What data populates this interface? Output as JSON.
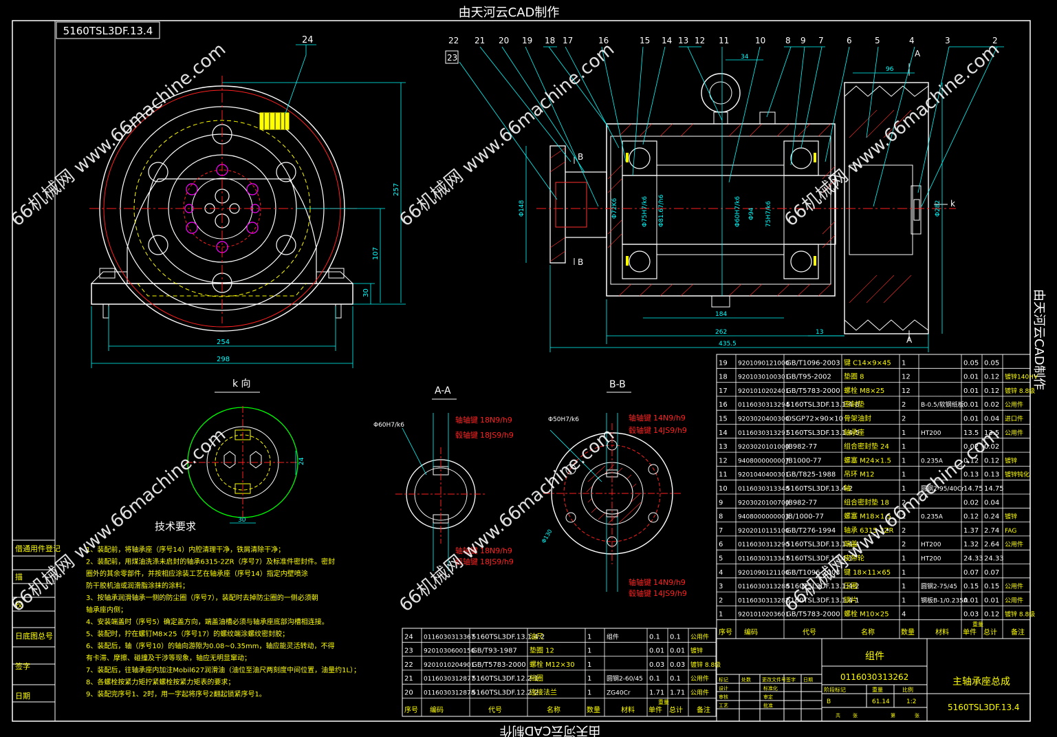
{
  "header_top": "由天河云CAD制作",
  "header_bottom": "由天河云CAD制作",
  "header_right": "由天河云CAD制作",
  "drawing_no_mirrored": "5160TSL3DF.13.4",
  "watermark": "66机械网 www.66machine.com",
  "colors": {
    "outline": "#ffffff",
    "dim": "#00ffff",
    "green": "#00ff00",
    "red": "#ff2020",
    "yellow": "#ffff00",
    "magenta": "#ff00ff",
    "hatch": "#ff3030"
  },
  "balloons_top": [
    "22",
    "21",
    "20",
    "19",
    "18",
    "17",
    "16",
    "15",
    "14",
    "13",
    "12",
    "11",
    "10",
    "8",
    "9",
    "7",
    "6",
    "5",
    "4",
    "3",
    "2"
  ],
  "balloon_23": "23",
  "balloon_24": "24",
  "front_dims": {
    "h1": "257",
    "h2": "107",
    "h3": "30",
    "w1": "254",
    "w2": "298"
  },
  "side_dims": {
    "d1": "34",
    "d2": "96",
    "d3": "184",
    "d4": "262",
    "d5": "13",
    "d6": "435.5",
    "dia_left": "Φ148",
    "dia_right": "Φ282",
    "dia1": "Φ72K6",
    "dia2": "Φ75H7/k6",
    "dia3": "Φ81.67/h6",
    "dia4": "Φ60H7/k6",
    "dia5": "Φ94",
    "dia6": "75H7/k6",
    "sec_b": "B",
    "sec_a": "A",
    "view_k": "k"
  },
  "view_k": {
    "title": "k 向",
    "dim24": "24",
    "dim30": "30"
  },
  "section_aa": {
    "title": "A-A",
    "dia": "Φ60H7/k6",
    "shaft_key_label": "轴轴键",
    "hub_key_label": "毂轴键",
    "top_shaft": "18N9/h9",
    "top_hub": "18JS9/h9",
    "bot_shaft": "18N9/h9",
    "bot_hub": "18JS9/h9"
  },
  "section_bb": {
    "title": "B-B",
    "dia": "Φ50H7/k6",
    "shaft_key_label": "轴轴键",
    "hub_key_label": "毂轴键",
    "top_shaft": "14N9/h9",
    "top_hub": "14JS9/h9",
    "bot_shaft": "14N9/h9",
    "bot_hub": "14JS9/h9",
    "pcd": "Φ130"
  },
  "tech_title": "技术要求",
  "tech_lines": [
    "1、装配前，将轴承座（序号14）内腔清理干净，铁屑清除干净；",
    "2、装配前，用煤油洗涤未启封的轴承6315-2ZR（序号7）及标准件密封件。密封",
    "    圈外的其余零部件，并按相应涂装工艺在轴承座（序号14）指定内壁喷涂",
    "    防干胶机油或润滑脂涂抹的涂料；",
    "3、按轴承润滑轴承一侧的防尘圈（序号7），装配时去掉防尘圈的一侧必须朝",
    "    轴承座内侧；",
    "4、安装端盖时（序号5）确定盖方向，端盖油槽必须与轴承座底部沟槽相连接。",
    "5、装配时，拧在螺钉M8×25（序号17）的螺纹端涂螺纹密封胶；",
    "6、装配后，轴（序号10）的轴向游隙为0.08~0.35mm，轴应能灵活转动，不得",
    "    有卡滞、摩擦、碰撞及干涉等现象，轴应无明显窜动；",
    "7、装配后，往轴承座内加注Mobil627润滑油（油位至油尺两刻度中间位置，油量约1L）；",
    "8、各螺栓按紧力矩拧紧螺栓按紧力矩表的要求；",
    "9、装配完序号1、2时，用一字起将序号2翻起锁紧序号1。"
  ],
  "left_panel": [
    "借通用件登记",
    "描",
    "校",
    "日底图总号",
    "签字",
    "日期"
  ],
  "bom_header": [
    "序号",
    "编码",
    "代号",
    "名称",
    "数量",
    "材料",
    "单件",
    "总计",
    "备注"
  ],
  "bom_weight_label": "重量",
  "bom_upper": [
    {
      "no": "19",
      "code": "9201090121000",
      "spec": "GB/T1096-2003",
      "name": "键 C14×9×45",
      "qty": "1",
      "mat": "",
      "w1": "0.05",
      "w2": "0.05",
      "note": ""
    },
    {
      "no": "18",
      "code": "9201030100301",
      "spec": "GB/T95-2002",
      "name": "垫圈 8",
      "qty": "12",
      "mat": "",
      "w1": "0.01",
      "w2": "0.12",
      "note": "镀锌140HV"
    },
    {
      "no": "17",
      "code": "9201010202401",
      "spec": "GB/T5783-2000",
      "name": "螺栓 M8×25",
      "qty": "12",
      "mat": "",
      "w1": "0.01",
      "w2": "0.12",
      "note": "镀锌 8.8级"
    },
    {
      "no": "16",
      "code": "0116030313294",
      "spec": "5160TSL3DF.13.1.4-8",
      "name": "密封垫",
      "qty": "2",
      "mat": "B-0.5/软钢纸板",
      "w1": "0.01",
      "w2": "0.02",
      "note": "公用件"
    },
    {
      "no": "15",
      "code": "9203020400300",
      "spec": "OSGP72×90×10",
      "name": "骨架油封",
      "qty": "2",
      "mat": "",
      "w1": "0.01",
      "w2": "0.04",
      "note": "进口件"
    },
    {
      "no": "14",
      "code": "0116030313291",
      "spec": "5160TSL3DF.13.1.4-5",
      "name": "轴承座",
      "qty": "1",
      "mat": "HT200",
      "w1": "13.5",
      "w2": "13.5",
      "note": "公用件"
    },
    {
      "no": "13",
      "code": "9203020101000",
      "spec": "JB982-77",
      "name": "组合密封垫 24",
      "qty": "1",
      "mat": "",
      "w1": "0.02",
      "w2": "0.02",
      "note": ""
    },
    {
      "no": "12",
      "code": "9408000000007",
      "spec": "JB1000-77",
      "name": "螺塞 M24×1.5",
      "qty": "1",
      "mat": "0.235A",
      "w1": "0.12",
      "w2": "0.12",
      "note": "镀锌"
    },
    {
      "no": "11",
      "code": "9201040400301",
      "spec": "GB/T825-1988",
      "name": "吊环 M12",
      "qty": "1",
      "mat": "",
      "w1": "0.13",
      "w2": "0.13",
      "note": "镀锌钝化"
    },
    {
      "no": "10",
      "code": "0116030313348",
      "spec": "5160TSL3DF.13.4-2",
      "name": "轴",
      "qty": "1",
      "mat": "圆钢2-95/40Cr",
      "w1": "14.75",
      "w2": "14.75",
      "note": ""
    },
    {
      "no": "9",
      "code": "9203020100700",
      "spec": "JB982-77",
      "name": "组合密封垫 18",
      "qty": "2",
      "mat": "",
      "w1": "0.02",
      "w2": "0.04",
      "note": ""
    },
    {
      "no": "8",
      "code": "9408000000003",
      "spec": "JB/1000-77",
      "name": "螺塞 M18×1.5",
      "qty": "2",
      "mat": "0.235A",
      "w1": "0.12",
      "w2": "0.24",
      "note": "镀锌"
    },
    {
      "no": "7",
      "code": "9202010115100",
      "spec": "GB/T276-1994",
      "name": "轴承 6315-2ZR",
      "qty": "2",
      "mat": "",
      "w1": "1.37",
      "w2": "2.74",
      "note": "FAG"
    },
    {
      "no": "6",
      "code": "0116030313290",
      "spec": "5160TSL3DF.13.1.4-4",
      "name": "端盖",
      "qty": "2",
      "mat": "HT200",
      "w1": "1.32",
      "w2": "2.64",
      "note": "公用件"
    },
    {
      "no": "5",
      "code": "0116030313347",
      "spec": "5160TSL3DF.13.4-1",
      "name": "皮带轮",
      "qty": "1",
      "mat": "HT200",
      "w1": "24.33",
      "w2": "24.33",
      "note": ""
    },
    {
      "no": "4",
      "code": "9201090121100",
      "spec": "GB/T1096-2003",
      "name": "键 18×11×65",
      "qty": "1",
      "mat": "",
      "w1": "0.07",
      "w2": "0.07",
      "note": ""
    },
    {
      "no": "3",
      "code": "0116030313288",
      "spec": "5160TSL3DF.13.1.4-2",
      "name": "压圈",
      "qty": "1",
      "mat": "圆钢2-75/45",
      "w1": "0.15",
      "w2": "0.15",
      "note": "公用件"
    },
    {
      "no": "2",
      "code": "0116030313287",
      "spec": "5160TSL3DF.13.1.4-1",
      "name": "锁片",
      "qty": "1",
      "mat": "钢板B-1/0.235A",
      "w1": "0.01",
      "w2": "0.01",
      "note": "公用件"
    },
    {
      "no": "1",
      "code": "9201010203601",
      "spec": "GB/T5783-2000",
      "name": "螺栓 M10×25",
      "qty": "4",
      "mat": "",
      "w1": "0.03",
      "w2": "0.12",
      "note": "镀锌 8.8级"
    }
  ],
  "bom_lower": [
    {
      "no": "24",
      "code": "0116030313367",
      "spec": "5160TSL3DF.13.1.4.2",
      "name": "油尺",
      "qty": "1",
      "mat": "组件",
      "w1": "0.1",
      "w2": "0.1",
      "note": "公用件"
    },
    {
      "no": "23",
      "code": "9201030600150",
      "spec": "GB/T93-1987",
      "name": "垫圈 12",
      "qty": "1",
      "mat": "",
      "w1": "0.01",
      "w2": "0.01",
      "note": "镀锌"
    },
    {
      "no": "22",
      "code": "9201010204901",
      "spec": "GB/T5783-2000",
      "name": "螺栓 M12×30",
      "qty": "1",
      "mat": "",
      "w1": "0.03",
      "w2": "0.03",
      "note": "镀锌 8.8级"
    },
    {
      "no": "21",
      "code": "0116030312877",
      "spec": "5160TSL3DF.12.2-1",
      "name": "挡圈",
      "qty": "1",
      "mat": "圆钢2-60/45",
      "w1": "0.1",
      "w2": "0.1",
      "note": "公用件"
    },
    {
      "no": "20",
      "code": "0116030312878",
      "spec": "5160TSL3DF.12.2-2",
      "name": "连接法兰",
      "qty": "1",
      "mat": "ZG40Cr",
      "w1": "1.71",
      "w2": "1.71",
      "note": "公用件"
    }
  ],
  "title_block": {
    "group": "组件",
    "code": "0116030313262",
    "name": "主轴承座总成",
    "drawing_no": "5160TSL3DF.13.4",
    "stage": "B",
    "weight": "61.14",
    "scale": "1:2",
    "row1": [
      "标记",
      "处数",
      "更改文件号",
      "签字",
      "日期"
    ],
    "row2": [
      "设计",
      "标准化"
    ],
    "row3": [
      "审核",
      "审定"
    ],
    "row4": [
      "工艺",
      "批准"
    ],
    "row5": [
      "共",
      "张",
      "第",
      "张"
    ],
    "stage_label": "阶段标记",
    "weight_label": "重量",
    "scale_label": "比例"
  }
}
